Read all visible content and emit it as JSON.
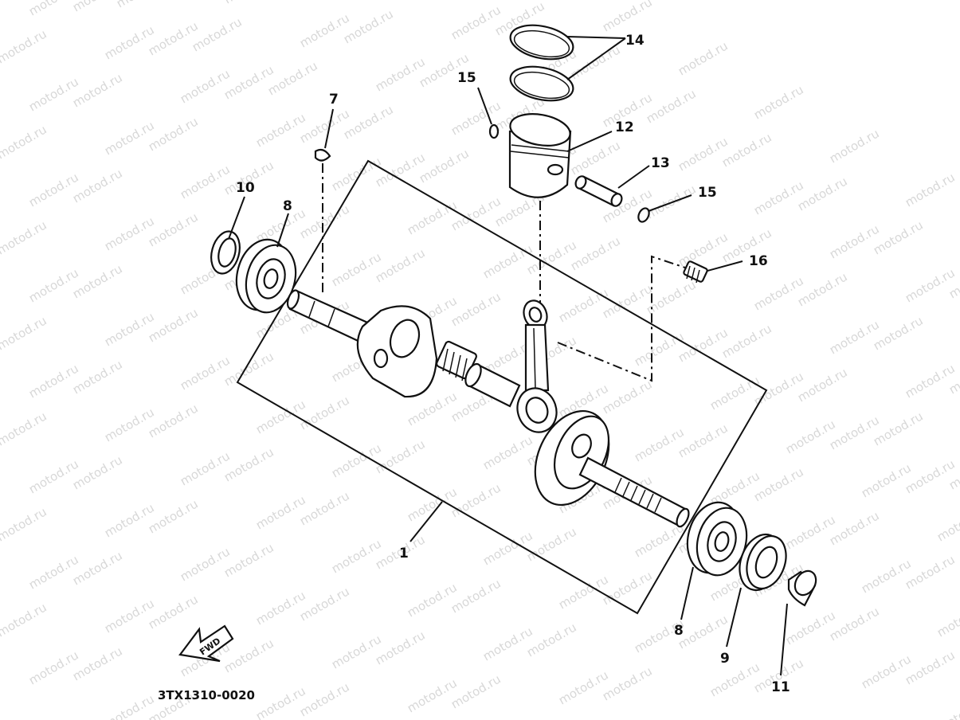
{
  "watermark": {
    "text": "motod.ru"
  },
  "callouts": {
    "p1": "1",
    "p7": "7",
    "p8_left": "8",
    "p8_right": "8",
    "p9": "9",
    "p10": "10",
    "p11": "11",
    "p12": "12",
    "p13": "13",
    "p14": "14",
    "p15_left": "15",
    "p15_right": "15",
    "p16": "16"
  },
  "diagram_code": "3TX1310-0020",
  "direction_arrow": {
    "label": "FWD"
  }
}
